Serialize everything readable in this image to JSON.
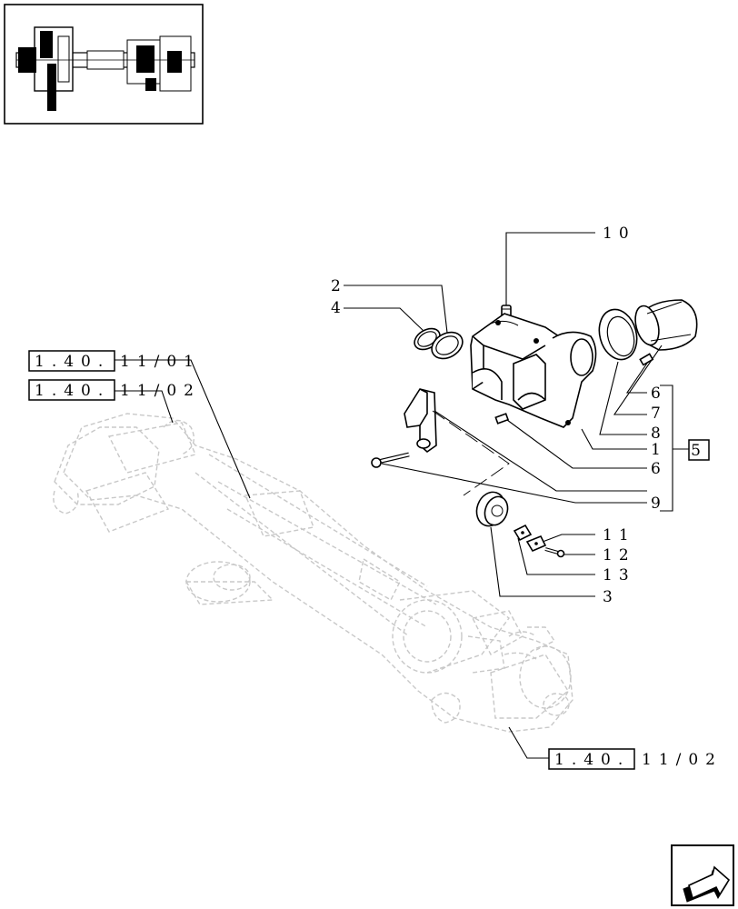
{
  "callouts": {
    "c10": "10",
    "c2": "2",
    "c4": "4",
    "c6a": "6",
    "c7": "7",
    "c8": "8",
    "c1": "1",
    "c6b": "6",
    "c9": "9",
    "c11": "11",
    "c12": "12",
    "c13": "13",
    "c3": "3",
    "c5": "5"
  },
  "references": {
    "ref_a": {
      "boxed": "1.40.",
      "rest": "11/01"
    },
    "ref_b": {
      "boxed": "1.40.",
      "rest": "11/02"
    },
    "ref_c": {
      "boxed": "1.40.",
      "rest": "11/02"
    }
  },
  "icons": {
    "thumbnail": "axle-thumbnail-icon",
    "nav": "next-page-arrow-icon"
  }
}
